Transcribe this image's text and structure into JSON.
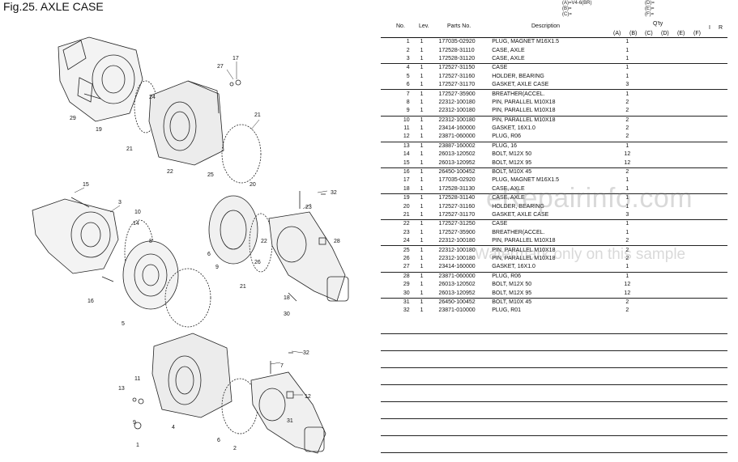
{
  "figure": {
    "title": "Fig.25.  AXLE CASE"
  },
  "legend": {
    "left": [
      "(A)=V4-6(BR)",
      "(B)=",
      "(C)="
    ],
    "right": [
      "(D)=",
      "(E)=",
      "(F)="
    ]
  },
  "columns": {
    "no": "No.",
    "lev": "Lev.",
    "parts_no": "Parts No.",
    "description": "Description",
    "qty": "Q'ty",
    "a": "(A)",
    "b": "(B)",
    "c": "(C)",
    "d": "(D)",
    "e": "(E)",
    "f": "(F)",
    "i": "I",
    "r": "R"
  },
  "parts": [
    {
      "no": "1",
      "lev": "1",
      "pn": "177035-02920",
      "desc": "PLUG, MAGNET M16X1.5",
      "a": "1"
    },
    {
      "no": "2",
      "lev": "1",
      "pn": "172528-31110",
      "desc": "CASE, AXLE",
      "a": "1"
    },
    {
      "no": "3",
      "lev": "1",
      "pn": "172528-31120",
      "desc": "CASE, AXLE",
      "a": "1"
    },
    {
      "no": "4",
      "lev": "1",
      "pn": "172527-31150",
      "desc": "CASE",
      "a": "1"
    },
    {
      "no": "5",
      "lev": "1",
      "pn": "172527-31160",
      "desc": "HOLDER, BEARING",
      "a": "1"
    },
    {
      "no": "6",
      "lev": "1",
      "pn": "172527-31170",
      "desc": "GASKET, AXLE CASE",
      "a": "3"
    },
    {
      "no": "7",
      "lev": "1",
      "pn": "172527-35900",
      "desc": "BREATHER(ACCEL.",
      "a": "1"
    },
    {
      "no": "8",
      "lev": "1",
      "pn": "22312-100180",
      "desc": "PIN, PARALLEL M10X18",
      "a": "2"
    },
    {
      "no": "9",
      "lev": "1",
      "pn": "22312-100180",
      "desc": "PIN, PARALLEL M10X18",
      "a": "2"
    },
    {
      "no": "10",
      "lev": "1",
      "pn": "22312-100180",
      "desc": "PIN, PARALLEL M10X18",
      "a": "2"
    },
    {
      "no": "11",
      "lev": "1",
      "pn": "23414-160000",
      "desc": "GASKET, 16X1.0",
      "a": "2"
    },
    {
      "no": "12",
      "lev": "1",
      "pn": "23871-060000",
      "desc": "PLUG, R06",
      "a": "2"
    },
    {
      "no": "13",
      "lev": "1",
      "pn": "23887-160002",
      "desc": "PLUG, 16",
      "a": "1"
    },
    {
      "no": "14",
      "lev": "1",
      "pn": "26013-120502",
      "desc": "BOLT, M12X 50",
      "a": "12"
    },
    {
      "no": "15",
      "lev": "1",
      "pn": "26013-120952",
      "desc": "BOLT, M12X 95",
      "a": "12"
    },
    {
      "no": "16",
      "lev": "1",
      "pn": "26450-100452",
      "desc": "BOLT, M10X 45",
      "a": "2"
    },
    {
      "no": "17",
      "lev": "1",
      "pn": "177035-02920",
      "desc": "PLUG, MAGNET M16X1.5",
      "a": "1"
    },
    {
      "no": "18",
      "lev": "1",
      "pn": "172528-31130",
      "desc": "CASE, AXLE",
      "a": "1"
    },
    {
      "no": "19",
      "lev": "1",
      "pn": "172528-31140",
      "desc": "CASE, AXLE",
      "a": "1"
    },
    {
      "no": "20",
      "lev": "1",
      "pn": "172527-31160",
      "desc": "HOLDER, BEARING",
      "a": "1"
    },
    {
      "no": "21",
      "lev": "1",
      "pn": "172527-31170",
      "desc": "GASKET, AXLE CASE",
      "a": "3"
    },
    {
      "no": "22",
      "lev": "1",
      "pn": "172527-31250",
      "desc": "CASE",
      "a": "1"
    },
    {
      "no": "23",
      "lev": "1",
      "pn": "172527-35900",
      "desc": "BREATHER(ACCEL.",
      "a": "1"
    },
    {
      "no": "24",
      "lev": "1",
      "pn": "22312-100180",
      "desc": "PIN, PARALLEL M10X18",
      "a": "2"
    },
    {
      "no": "25",
      "lev": "1",
      "pn": "22312-100180",
      "desc": "PIN, PARALLEL M10X18",
      "a": "2"
    },
    {
      "no": "26",
      "lev": "1",
      "pn": "22312-100180",
      "desc": "PIN, PARALLEL M10X18",
      "a": "2"
    },
    {
      "no": "27",
      "lev": "1",
      "pn": "23414-160000",
      "desc": "GASKET, 16X1.0",
      "a": "1"
    },
    {
      "no": "28",
      "lev": "1",
      "pn": "23871-060000",
      "desc": "PLUG, R06",
      "a": "1"
    },
    {
      "no": "29",
      "lev": "1",
      "pn": "26013-120502",
      "desc": "BOLT, M12X 50",
      "a": "12"
    },
    {
      "no": "30",
      "lev": "1",
      "pn": "26013-120952",
      "desc": "BOLT, M12X 95",
      "a": "12"
    },
    {
      "no": "31",
      "lev": "1",
      "pn": "26450-100452",
      "desc": "BOLT, M10X 45",
      "a": "2"
    },
    {
      "no": "32",
      "lev": "1",
      "pn": "23871-010000",
      "desc": "PLUG, R01",
      "a": "2"
    }
  ],
  "watermark": {
    "line1": "eRepairinfo.com",
    "line2": "Watermark only on this sample"
  },
  "callouts": [
    "1",
    "2",
    "3",
    "4",
    "5",
    "6",
    "7",
    "8",
    "9",
    "10",
    "11",
    "12",
    "13",
    "14",
    "15",
    "16",
    "17",
    "18",
    "19",
    "20",
    "21",
    "22",
    "23",
    "24",
    "25",
    "26",
    "27",
    "28",
    "29",
    "30",
    "31",
    "32"
  ],
  "colors": {
    "line": "#111111",
    "watermark": "#787878"
  }
}
